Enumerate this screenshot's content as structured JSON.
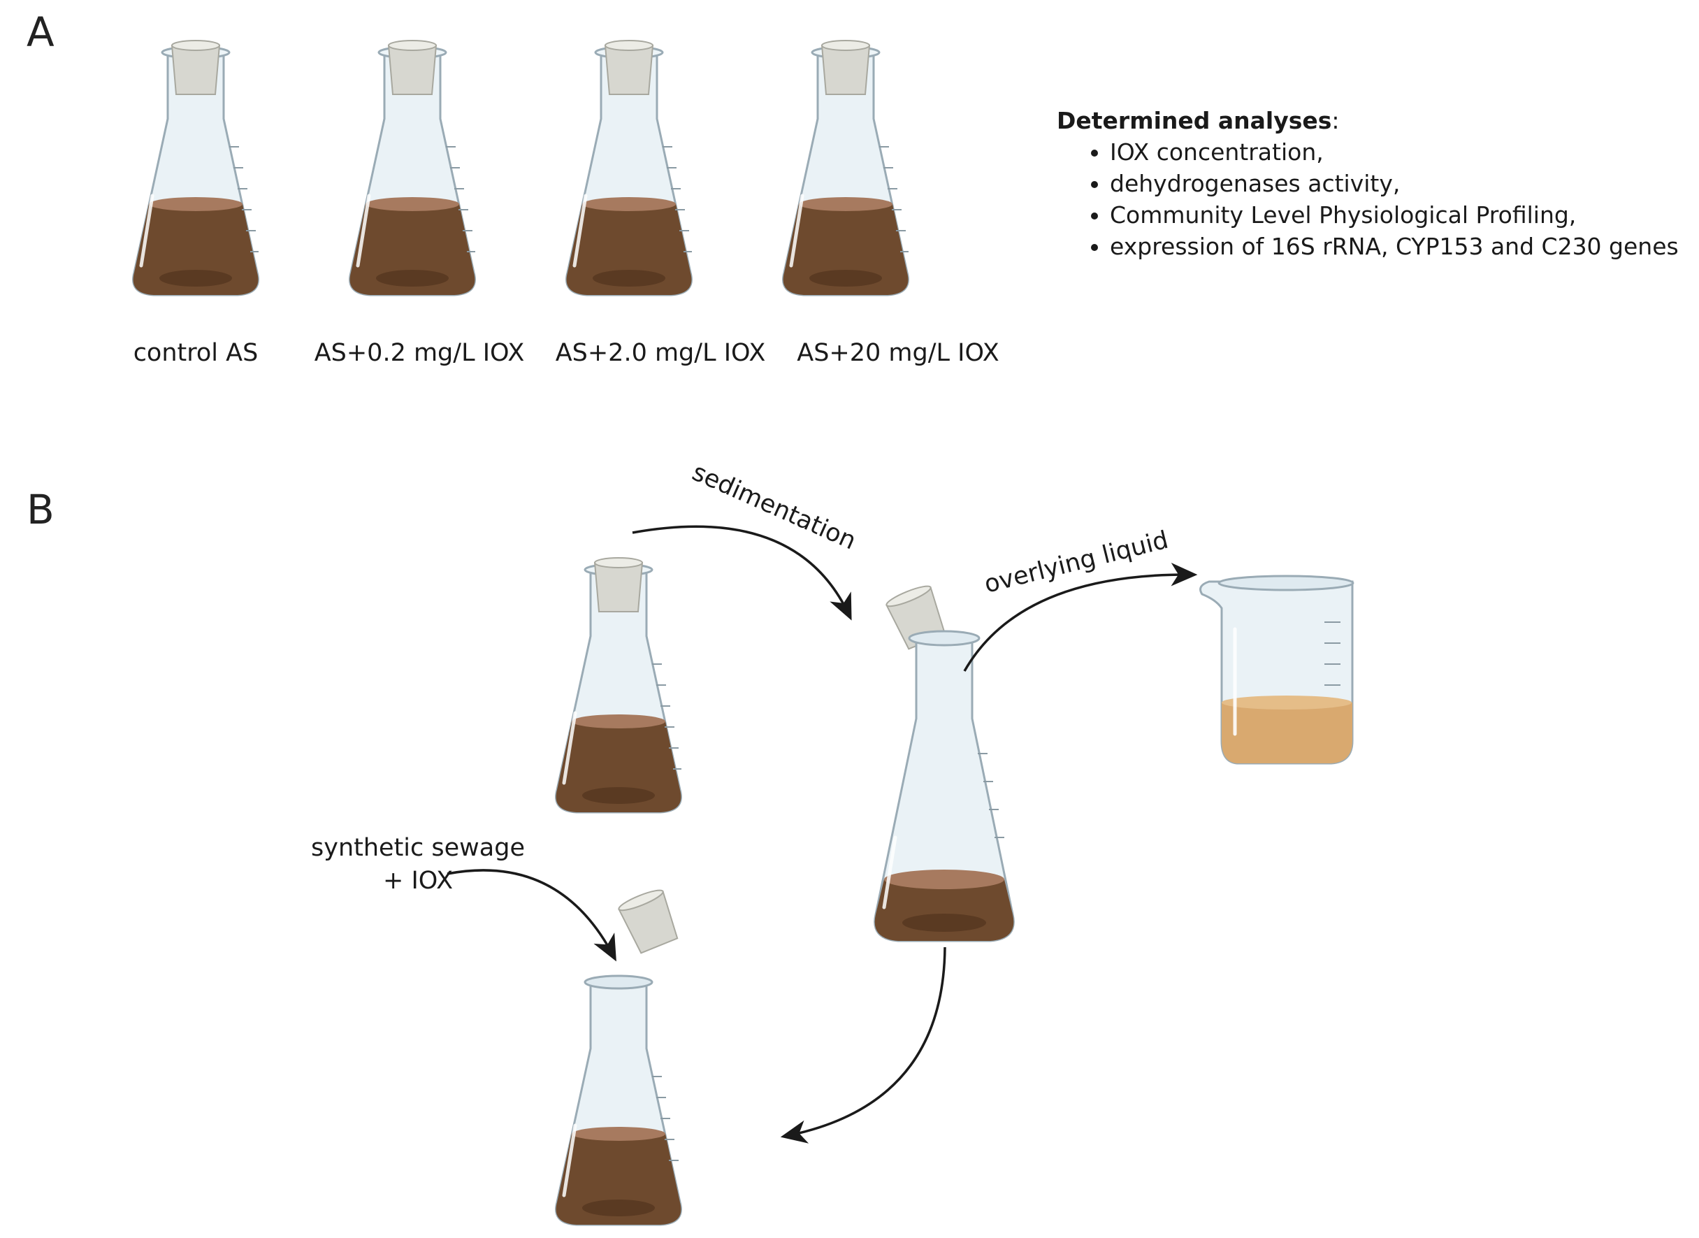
{
  "panel_a": {
    "letter": "A",
    "flask_labels": [
      "control AS",
      "AS+0.2 mg/L IOX",
      "AS+2.0 mg/L IOX",
      "AS+20 mg/L IOX"
    ],
    "analyses_heading": "Determined analyses",
    "analyses_colon": ":",
    "analyses_items": [
      "IOX concentration,",
      "dehydrogenases activity,",
      "Community Level Physiological Profiling,",
      "expression of 16S rRNA, CYP153 and C230 genes"
    ]
  },
  "panel_b": {
    "letter": "B",
    "step_sedimentation": "sedimentation",
    "step_overlying": "overlying liquid",
    "step_sewage_line1": "synthetic sewage",
    "step_sewage_line2": "+ IOX"
  },
  "colors": {
    "sludge": "#6e4a2e",
    "sludge_surface": "#a77a5f",
    "supernatant": "#d9a96f",
    "glass": "#e9f1f5",
    "glass_stroke": "#9aabb5",
    "stopper": "#dcdcd6",
    "arrow": "#1a1a1a"
  }
}
